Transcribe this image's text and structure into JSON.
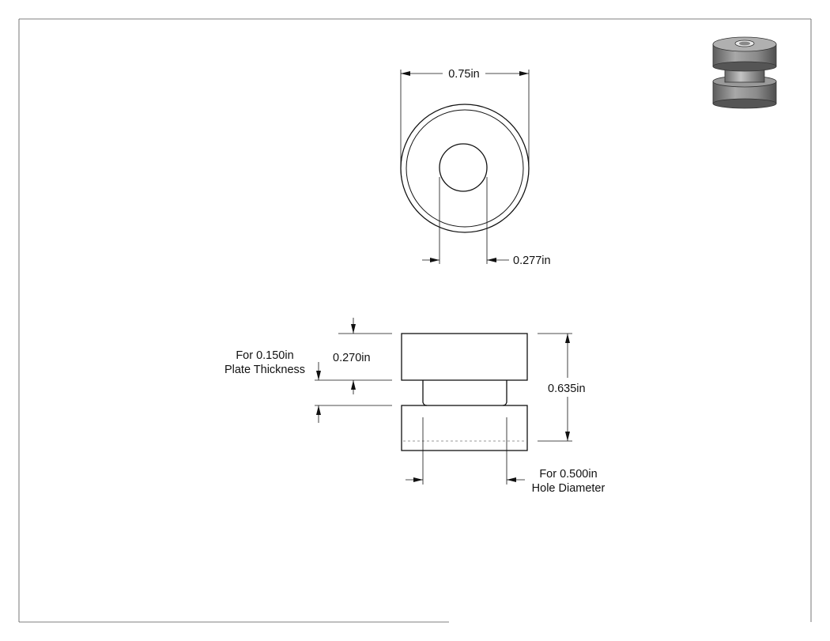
{
  "drawing": {
    "top_view": {
      "outer_diameter_label": "0.75in",
      "inner_hole_label": "0.277in"
    },
    "side_view": {
      "plate_note_line1": "For 0.150in",
      "plate_note_line2": "Plate Thickness",
      "groove_width_label": "0.270in",
      "overall_height_label": "0.635in",
      "hole_note_line1": "For 0.500in",
      "hole_note_line2": "Hole Diameter"
    },
    "colors": {
      "line": "#111111",
      "part_shade_dark": "#6e6e6e",
      "part_shade_light": "#b8b8b8",
      "sheet_border": "#555555"
    },
    "icons": [
      "isometric-part-preview"
    ]
  }
}
